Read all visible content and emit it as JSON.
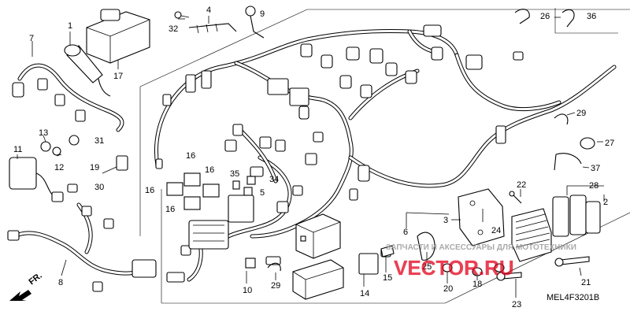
{
  "callouts": {
    "c1": "1",
    "c2": "2",
    "c3": "3",
    "c4": "4",
    "c5": "5",
    "c6": "6",
    "c7": "7",
    "c8": "8",
    "c9": "9",
    "c10": "10",
    "c11": "11",
    "c12": "12",
    "c13": "13",
    "c15": "15",
    "c16a": "16",
    "c16b": "16",
    "c16c": "16",
    "c16d": "16",
    "c17": "17",
    "c18": "18",
    "c19": "19",
    "c20": "20",
    "c21": "21",
    "c22": "22",
    "c23": "23",
    "c24": "24",
    "c25": "25",
    "c26": "26",
    "c27": "27",
    "c28": "28",
    "c29a": "29",
    "c29b": "29",
    "c30": "30",
    "c31": "31",
    "c32": "32",
    "c34": "34",
    "c35": "35",
    "c36": "36",
    "c37": "37",
    "c14": "14"
  },
  "front_marker": "FR.",
  "drawing_code": "MEL4F3201B",
  "watermark": {
    "subtitle": "ЗАПЧАСТИ И АКСЕССУАРЫ ДЛЯ МОТОТЕХНИКИ",
    "brand": "VECTOR.RU",
    "brand_color": "#e3001b"
  }
}
